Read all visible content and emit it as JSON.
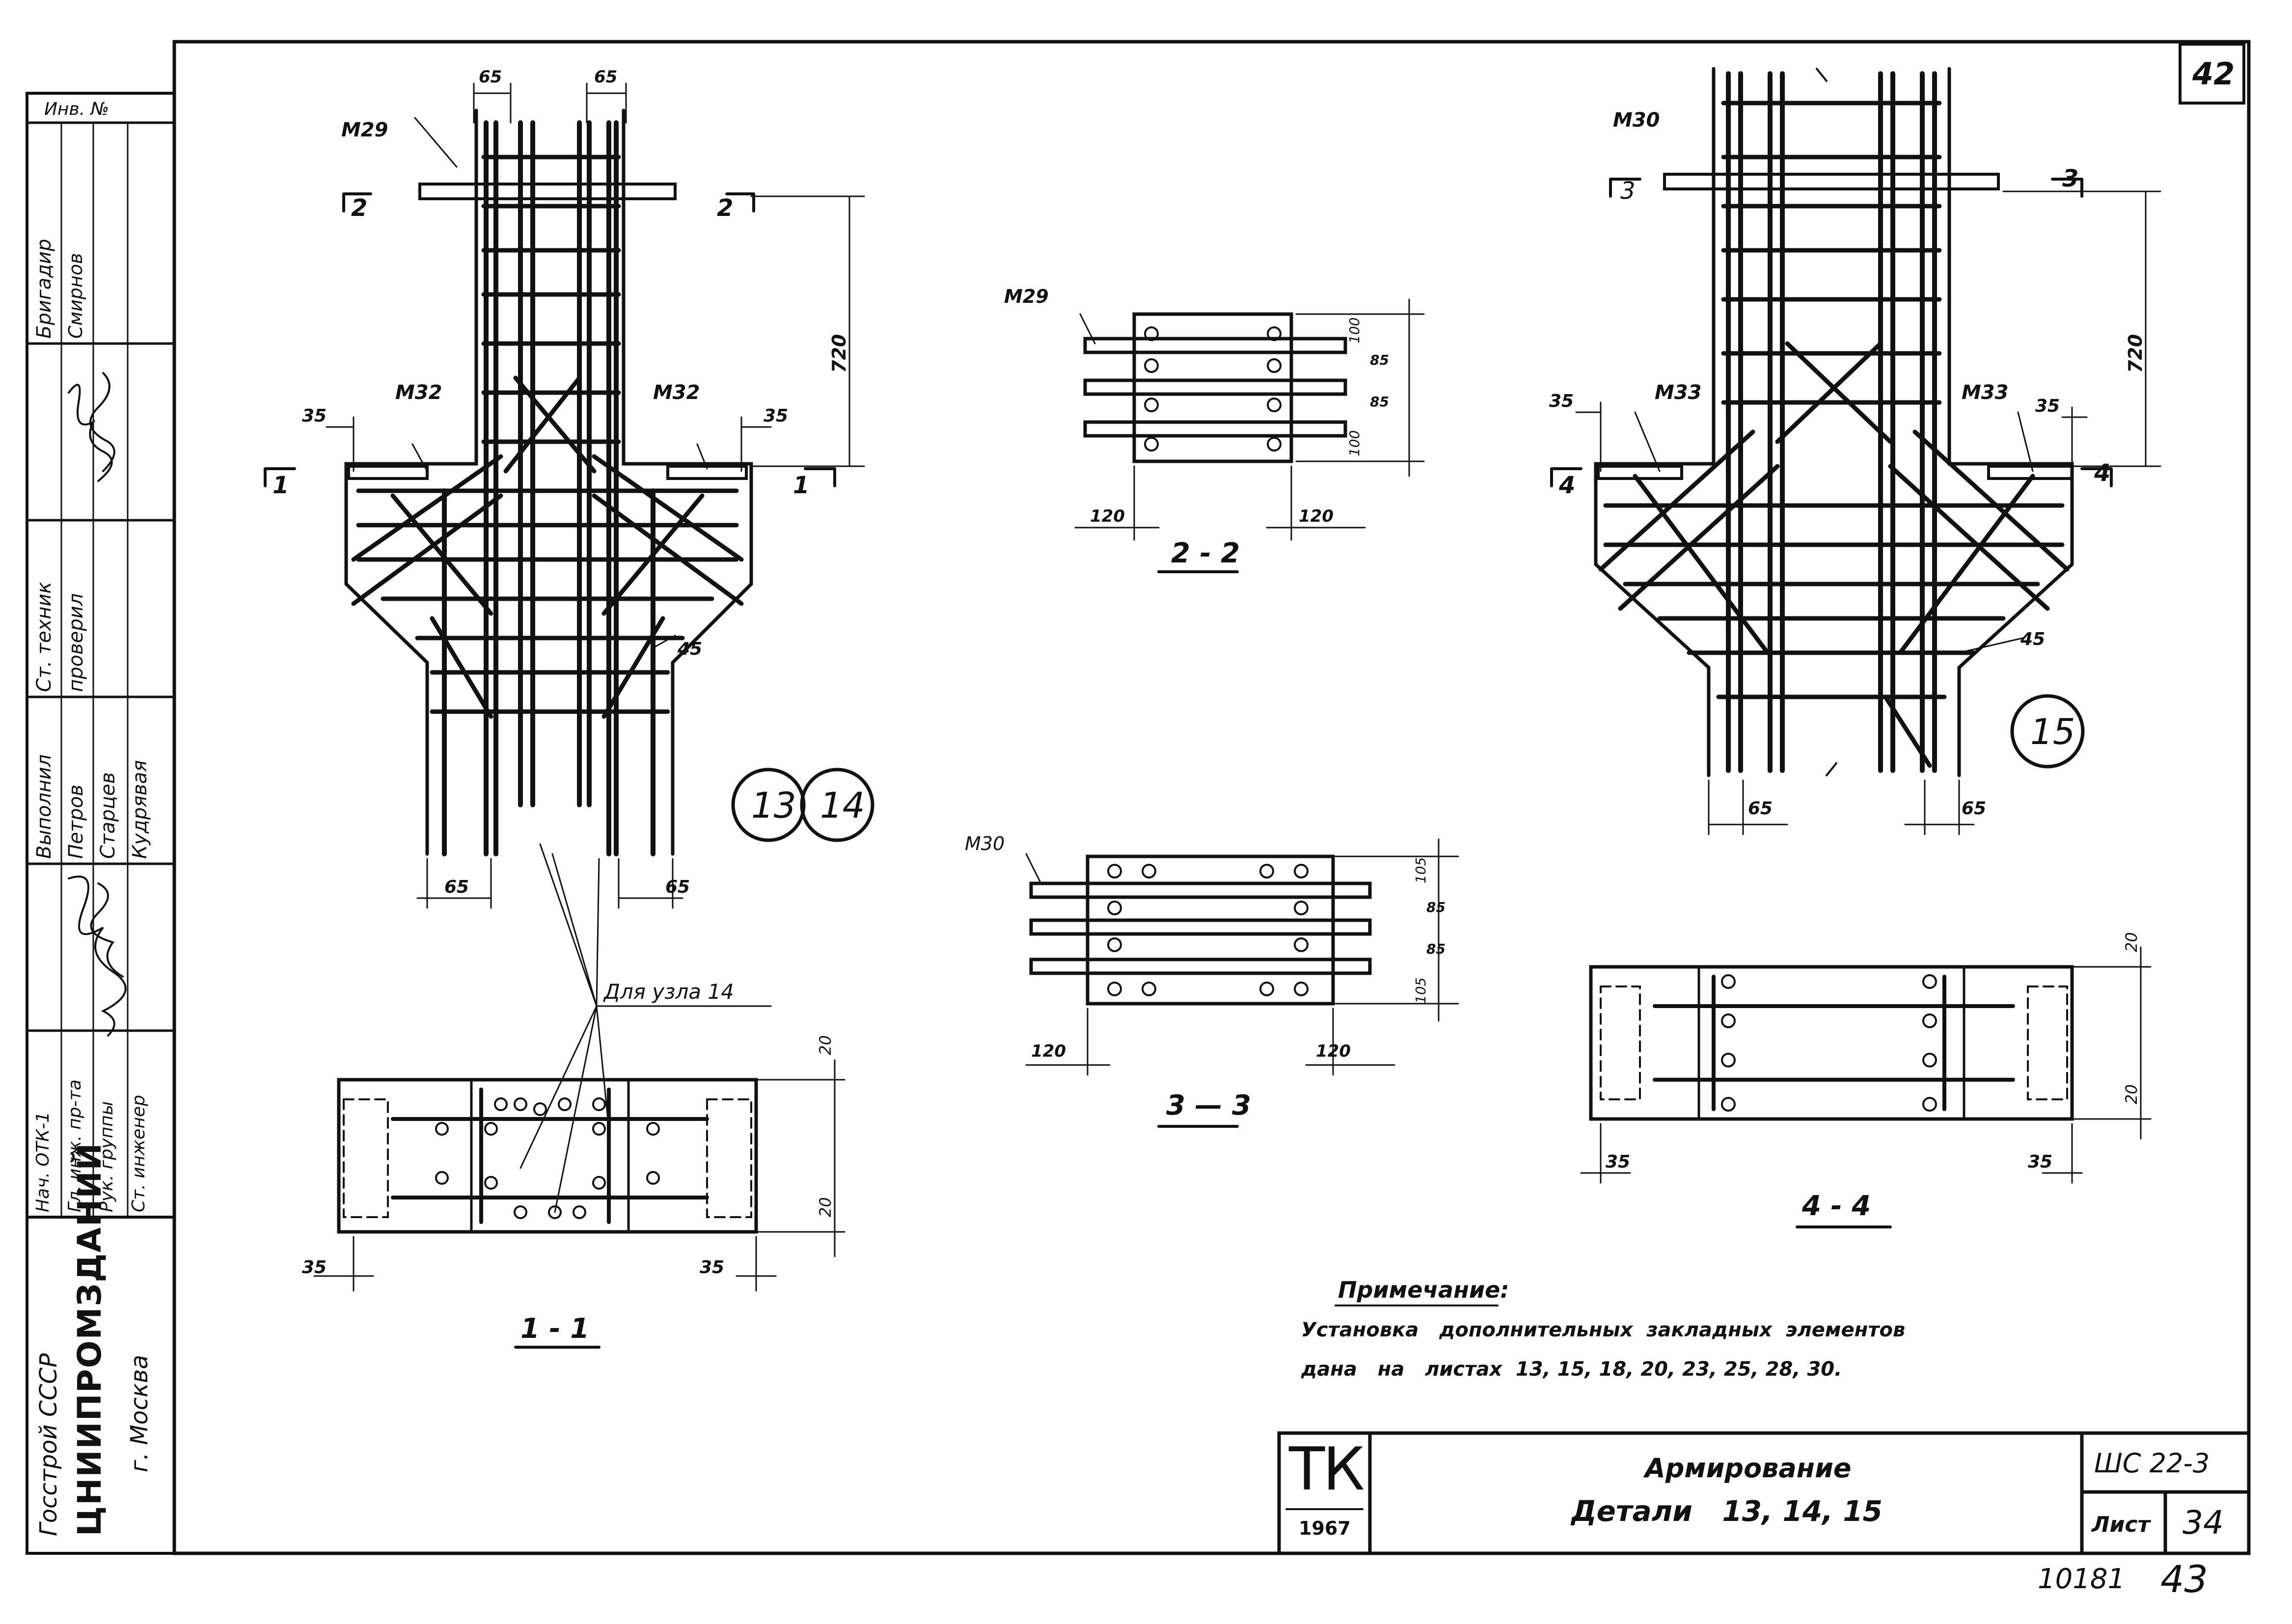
{
  "sheet_number_corner": "42",
  "node_circles": [
    "13",
    "14",
    "15"
  ],
  "side_stamp": {
    "inv_label": "Инв. №",
    "rows": [
      {
        "role": "Бригадир",
        "name": "Смирнов"
      },
      {
        "role": "Ст. техник",
        "name": "проверил"
      },
      {
        "role": "Выполнил",
        "name": "Петров"
      },
      {
        "role": "",
        "name": "Старцев"
      },
      {
        "role": "",
        "name": "Кудрявая"
      },
      {
        "role": "Нач. ОТК-1",
        "name": ""
      },
      {
        "role": "Гл. инж. пр-та",
        "name": ""
      },
      {
        "role": "Рук. группы",
        "name": ""
      },
      {
        "role": "Ст. инженер",
        "name": ""
      }
    ],
    "org": "Госстрой СССР",
    "institute": "ЦНИИПРОМЗДАНИЙ",
    "city": "г. Москва"
  },
  "views": {
    "left_elevation": {
      "dims_top": [
        "65",
        "65"
      ],
      "embed_top": "М29",
      "embeds_side": [
        "М32",
        "М32"
      ],
      "cut_marks": [
        "2",
        "2",
        "1",
        "1"
      ],
      "side_dims": [
        "35",
        "35"
      ],
      "height_dim": "720",
      "angle": "45",
      "dims_bottom": [
        "65",
        "65"
      ],
      "callout": "Для узла 14"
    },
    "section_2_2": {
      "embed": "М29",
      "dims_right": [
        "100",
        "85",
        "85",
        "100"
      ],
      "dims_bottom": [
        "120",
        "120"
      ],
      "title": "2 - 2"
    },
    "section_3_3": {
      "embed": "М30",
      "dims_right": [
        "105",
        "85",
        "85",
        "105"
      ],
      "dims_bottom": [
        "120",
        "120"
      ],
      "title": "3 — 3"
    },
    "right_elevation": {
      "embed_top": "М30",
      "embeds_side": [
        "М33",
        "М33"
      ],
      "cut_marks": [
        "3",
        "3",
        "4",
        "4"
      ],
      "side_dims": [
        "35",
        "35"
      ],
      "height_dim": "720",
      "angle": "45",
      "dims_bottom": [
        "65",
        "65"
      ]
    },
    "section_1_1": {
      "dims_right": [
        "20",
        "20"
      ],
      "dims_bottom": [
        "35",
        "35"
      ],
      "title": "1 - 1"
    },
    "section_4_4": {
      "dims_right": [
        "20",
        "20"
      ],
      "dims_bottom": [
        "35",
        "35"
      ],
      "title": "4 - 4"
    }
  },
  "note": {
    "heading": "Примечание:",
    "line1": "Установка   дополнительных  закладных  элементов",
    "line2": "дана   на   листах  13, 15, 18, 20, 23, 25, 28, 30."
  },
  "title_block": {
    "logo": "ТК",
    "year": "1967",
    "title_line1": "Армирование",
    "title_line2": "Детали   13, 14, 15",
    "series": "ШС 22-3",
    "sheet_label": "Лист",
    "sheet_number": "34"
  },
  "bottom_numbers": [
    "10181",
    "43"
  ]
}
